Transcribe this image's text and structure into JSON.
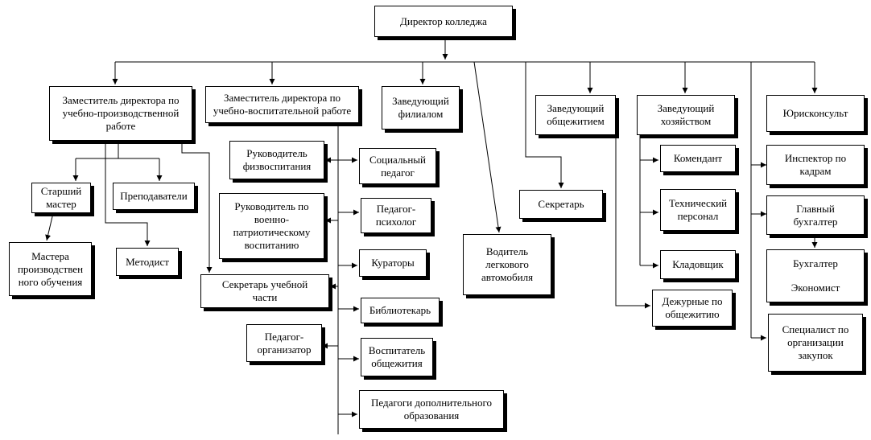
{
  "nodes": {
    "director": "Директор колледжа",
    "deputy_production": "Заместитель директора по\nучебно-производственной\nработе",
    "deputy_education": "Заместитель директора по\nучебно-воспитательной работе",
    "branch_head": "Заведующий\nфилиалом",
    "dorm_head": "Заведующий\nобщежитием",
    "household_head": "Заведующий\nхозяйством",
    "legal": "Юрисконсульт",
    "senior_master": "Старший\nмастер",
    "teachers": "Преподаватели",
    "masters": "Мастера\nпроизводствен\nного обучения",
    "methodist": "Методист",
    "phys_ed": "Руководитель\nфизвоспитания",
    "military_ed": "Руководитель по\nвоенно-\nпатриотическому\nвоспитанию",
    "study_secretary": "Секретарь учебной\nчасти",
    "organizer": "Педагог-\nорганизатор",
    "social_ped": "Социальный\nпедагог",
    "psychologist": "Педагог-\nпсихолог",
    "curators": "Кураторы",
    "librarian": "Библиотекарь",
    "dorm_educator": "Воспитатель\nобщежития",
    "extra_ed": "Педагоги дополнительного\nобразования",
    "driver": "Водитель\nлегкового\nавтомобиля",
    "secretary": "Секретарь",
    "commandant": "Комендант",
    "tech_staff": "Технический\nперсонал",
    "storekeeper": "Кладовщик",
    "dorm_duty": "Дежурные по\nобщежитию",
    "hr_inspector": "Инспектор по\nкадрам",
    "chief_accountant": "Главный\nбухгалтер",
    "accountant": "Бухгалтер",
    "economist": "Экономист",
    "procurement": "Специалист по\nорганизации\nзакупок"
  }
}
